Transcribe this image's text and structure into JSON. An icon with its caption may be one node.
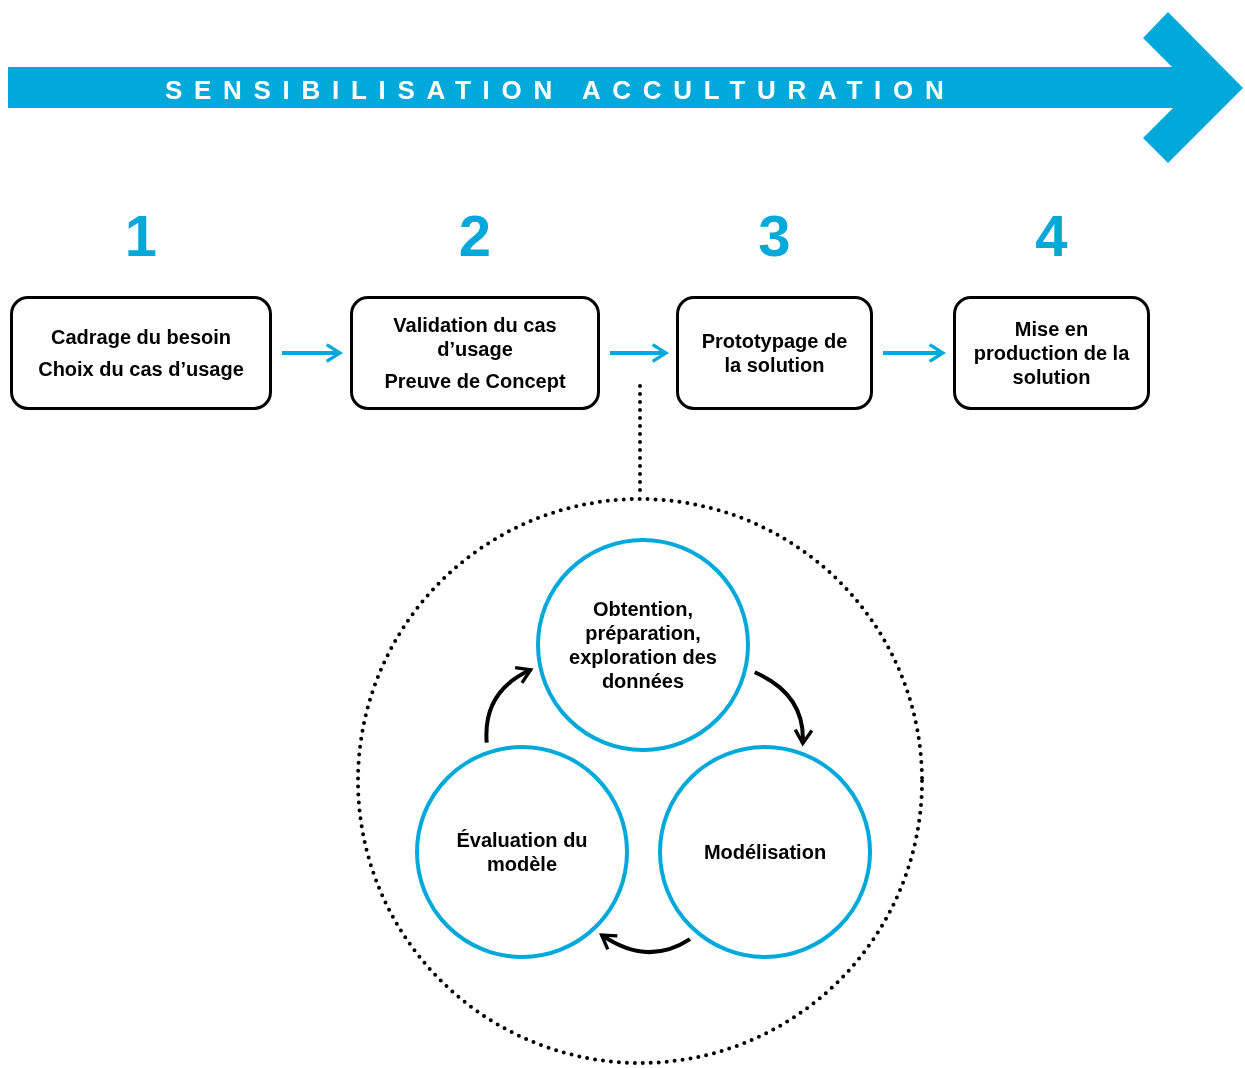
{
  "diagram": {
    "nodes": [
      {
        "text": [
          "SENSIBILISATION ACCULTURATION"
        ]
      },
      {
        "text": [
          "Cadrage du besoin",
          "Choix du cas d’usage"
        ],
        "beside": [
          "1"
        ]
      },
      {
        "text": [
          "Validation du cas d’usage",
          "Preuve de Concept"
        ],
        "beside": [
          "2"
        ]
      },
      {
        "text": [
          "Prototypage de la solution"
        ],
        "beside": [
          "3"
        ]
      },
      {
        "text": [
          "Mise en production de la solution"
        ],
        "beside": [
          "4"
        ]
      },
      {
        "text": [],
        "shape": "circle"
      },
      {
        "text": [
          "Obtention, préparation, exploration des données"
        ],
        "in": 5
      },
      {
        "text": [
          "Modélisation"
        ],
        "in": 5
      },
      {
        "text": [
          "Évaluation du modèle"
        ],
        "in": 5
      }
    ],
    "edges": [
      {
        "from": 1,
        "to": 2,
        "arrow": "to",
        "color": "#00a9d9"
      },
      {
        "from": 2,
        "to": 3,
        "arrow": "to",
        "color": "#00a9d9"
      },
      {
        "from": 3,
        "to": 4,
        "arrow": "to",
        "color": "#00a9d9"
      },
      {
        "from": null,
        "to": 5,
        "arrow": "none",
        "style": "dashed"
      },
      {
        "from": 6,
        "to": 7,
        "arrow": "to"
      },
      {
        "from": 7,
        "to": 8,
        "arrow": "to"
      },
      {
        "from": 8,
        "to": 6,
        "arrow": "to"
      }
    ]
  }
}
